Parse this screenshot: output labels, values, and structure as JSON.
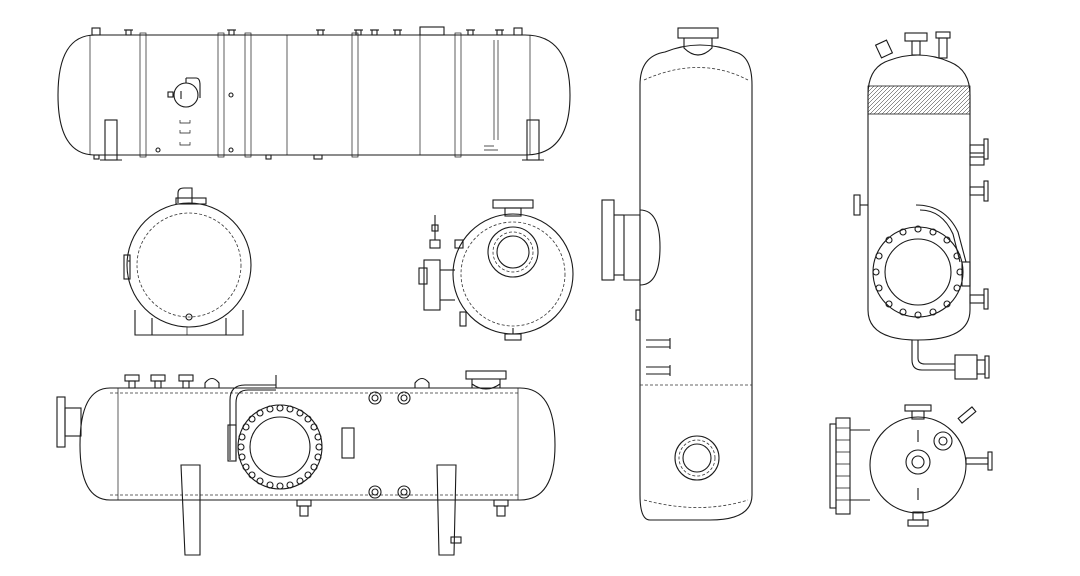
{
  "drawing": {
    "views": [
      {
        "id": "horizontal-vessel-side",
        "kind": "horizontal drum elevation"
      },
      {
        "id": "horizontal-vessel-end",
        "kind": "end view with saddle"
      },
      {
        "id": "nozzle-end-view",
        "kind": "end view with manway"
      },
      {
        "id": "vertical-vessel-elevation",
        "kind": "tall vertical column"
      },
      {
        "id": "vertical-separator-elevation",
        "kind": "vertical separator with mesh pad"
      },
      {
        "id": "horizontal-separator-elevation",
        "kind": "horizontal separator with manway"
      },
      {
        "id": "separator-top-view",
        "kind": "plan view"
      }
    ],
    "colors": {
      "line": "#1a1a1a",
      "background": "#ffffff"
    }
  }
}
